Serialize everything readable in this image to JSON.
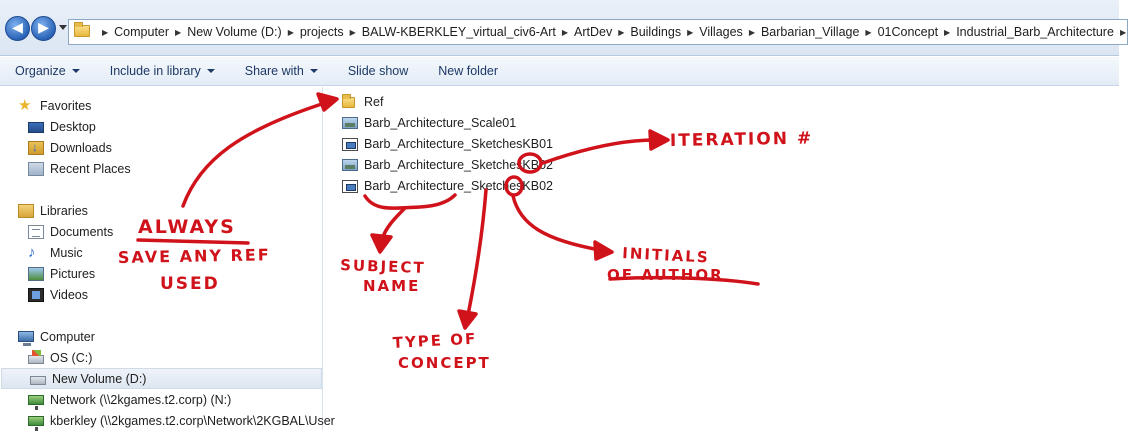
{
  "address_bar": {
    "crumbs": [
      "Computer",
      "New Volume (D:)",
      "projects",
      "BALW-KBERKLEY_virtual_civ6-Art",
      "ArtDev",
      "Buildings",
      "Villages",
      "Barbarian_Village",
      "01Concept",
      "Industrial_Barb_Architecture"
    ]
  },
  "toolbar": {
    "organize": "Organize",
    "include_in_library": "Include in library",
    "share_with": "Share with",
    "slide_show": "Slide show",
    "new_folder": "New folder"
  },
  "nav": {
    "favorites": "Favorites",
    "desktop": "Desktop",
    "downloads": "Downloads",
    "recent_places": "Recent Places",
    "libraries": "Libraries",
    "documents": "Documents",
    "music": "Music",
    "pictures": "Pictures",
    "videos": "Videos",
    "computer": "Computer",
    "os_c": "OS (C:)",
    "new_volume_d": "New Volume (D:)",
    "network_n": "Network (\\\\2kgames.t2.corp) (N:)",
    "kberkley": "kberkley (\\\\2kgames.t2.corp\\Network\\2KGBAL\\User"
  },
  "files": [
    {
      "name": "Ref",
      "icon": "folder-icon"
    },
    {
      "name": "Barb_Architecture_Scale01",
      "icon": "image-file-icon"
    },
    {
      "name": "Barb_Architecture_SketchesKB01",
      "icon": "psd-file-icon"
    },
    {
      "name": "Barb_Architecture_SketchesKB02",
      "icon": "image-file-icon"
    },
    {
      "name": "Barb_Architecture_SketchesKB02",
      "icon": "psd-file-icon"
    }
  ],
  "annotations": {
    "always": "ALWAYS",
    "save_line1": "SAVE ANY REF",
    "save_line2": "USED",
    "iteration": "ITERATION #",
    "subject_line1": "SUBJECT",
    "subject_line2": "NAME",
    "type_line1": "TYPE OF",
    "type_line2": "CONCEPT",
    "initials_line1": "INITIALS",
    "initials_line2": "OF AUTHOR"
  },
  "colors": {
    "annotation_red": "#d0121b",
    "toolbar_text": "#1e3966"
  }
}
